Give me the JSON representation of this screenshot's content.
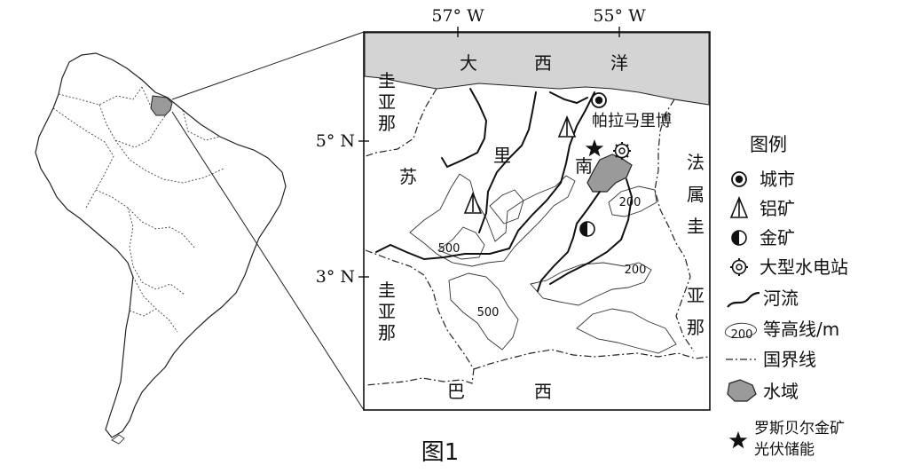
{
  "figure_label": "图1",
  "coordinates": {
    "lon_57w": "57° W",
    "lon_55w": "55° W",
    "lat_5n": "5° N",
    "lat_3n": "3° N"
  },
  "map_labels": {
    "ocean": [
      "大",
      "西",
      "洋"
    ],
    "suriname": [
      "苏",
      "里",
      "南"
    ],
    "guyana_top": [
      "圭",
      "亚",
      "那"
    ],
    "guyana_bottom": [
      "圭",
      "亚",
      "那"
    ],
    "french_guiana": [
      "法",
      "属",
      "圭",
      "亚",
      "那"
    ],
    "brazil": [
      "巴",
      "西"
    ],
    "city_name": "帕拉马里博",
    "contours": [
      "200",
      "200",
      "500",
      "500"
    ]
  },
  "legend": {
    "title": "图例",
    "items": [
      {
        "icon": "city-icon",
        "label": "城市"
      },
      {
        "icon": "aluminum-mine-icon",
        "label": "铝矿"
      },
      {
        "icon": "gold-mine-icon",
        "label": "金矿"
      },
      {
        "icon": "hydropower-icon",
        "label": "大型水电站"
      },
      {
        "icon": "river-icon",
        "label": "河流"
      },
      {
        "icon": "contour-icon",
        "label": "等高线/m",
        "icon_text": "200"
      },
      {
        "icon": "border-icon",
        "label": "国界线"
      },
      {
        "icon": "water-icon",
        "label": "水域"
      },
      {
        "icon": "star-icon",
        "label": "罗斯贝尔金矿",
        "label2": "光伏储能"
      }
    ]
  },
  "colors": {
    "ocean_fill": "#d4d4d4",
    "water_fill": "#9a9a9a",
    "highlight_fill": "#9a9a9a",
    "line": "#222222"
  }
}
